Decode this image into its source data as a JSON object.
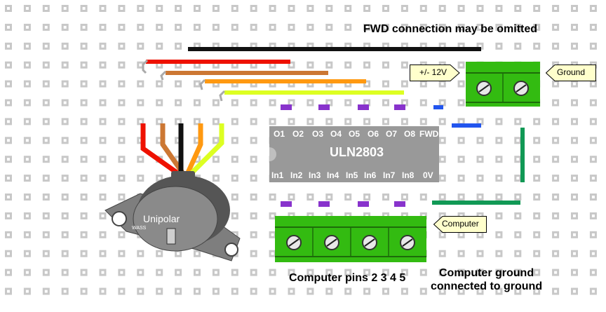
{
  "notes": {
    "fwd_omitted": "FWD connection may be omitted",
    "computer_pins": "Computer pins 2 3 4 5",
    "ground_line1": "Computer ground",
    "ground_line2": "connected to ground"
  },
  "chip": {
    "name": "ULN2803",
    "top_pins": [
      "O1",
      "O2",
      "O3",
      "O4",
      "O5",
      "O6",
      "O7",
      "O8",
      "FWD"
    ],
    "bottom_pins": [
      "In1",
      "In2",
      "In3",
      "In4",
      "In5",
      "In6",
      "In7",
      "In8",
      "0V"
    ]
  },
  "tags": {
    "voltage": "+/- 12V",
    "ground": "Ground",
    "computer": "Computer"
  },
  "motor": {
    "label": "Unipolar",
    "maker": "WASS"
  },
  "colors": {
    "board": "#ffffff",
    "hole_fill": "#c8c8c8",
    "chip": "#999999",
    "terminal_green": "#33bb11",
    "wire_black": "#111111",
    "wire_red": "#ee1100",
    "wire_brown": "#cc7733",
    "wire_orange": "#ff9911",
    "wire_yellow": "#ddff22",
    "wire_blue": "#2255ee",
    "wire_green": "#119955",
    "resistor_purple": "#8833cc",
    "tag_fill": "#ffffcc"
  }
}
